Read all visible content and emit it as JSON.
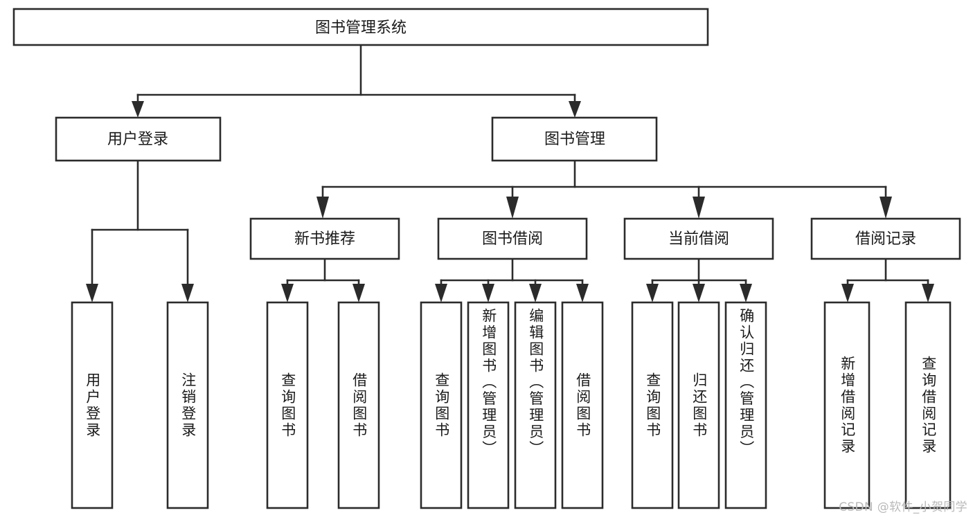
{
  "diagram": {
    "type": "tree-hierarchy-chart",
    "title": "图书管理系统",
    "orientation": "top-down",
    "colors": {
      "box_fill": "#ffffff",
      "box_stroke": "#2b2b2b",
      "text": "#1a1a1a",
      "background": "#ffffff",
      "watermark": "#b9b9b9"
    },
    "root": {
      "label": "图书管理系统"
    },
    "level2": [
      {
        "label": "用户登录"
      },
      {
        "label": "图书管理"
      }
    ],
    "level3": [
      {
        "label": "新书推荐"
      },
      {
        "label": "图书借阅"
      },
      {
        "label": "当前借阅"
      },
      {
        "label": "借阅记录"
      }
    ],
    "leaves": {
      "user_login": [
        {
          "label": "用户登录"
        },
        {
          "label": "注销登录"
        }
      ],
      "new_book_recommend": [
        {
          "label": "查询图书"
        },
        {
          "label": "借阅图书"
        }
      ],
      "book_borrow": [
        {
          "label": "查询图书"
        },
        {
          "label": "新增图书（管理员）"
        },
        {
          "label": "编辑图书（管理员）"
        },
        {
          "label": "借阅图书"
        }
      ],
      "current_borrow": [
        {
          "label": "查询图书"
        },
        {
          "label": "归还图书"
        },
        {
          "label": "确认归还（管理员）"
        }
      ],
      "borrow_record": [
        {
          "label": "新增借阅记录"
        },
        {
          "label": "查询借阅记录"
        }
      ]
    },
    "watermark": "CSDN @软件_小贺同学"
  }
}
